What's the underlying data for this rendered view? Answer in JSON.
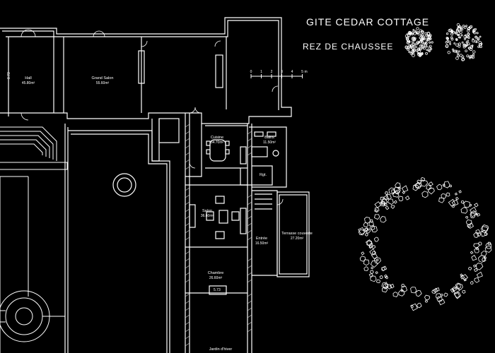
{
  "title": {
    "project": "GITE   CEDAR COTTAGE",
    "level": "REZ DE CHAUSSEE"
  },
  "colors": {
    "background": "#000000",
    "linework": "#ffffff",
    "hatch": "#cfcfcf"
  },
  "scale_bar": {
    "ticks": [
      "0",
      "1",
      "2",
      "3",
      "4",
      "5"
    ],
    "unit": "m"
  },
  "rooms": [
    {
      "id": "hall",
      "name": "Hall",
      "area": "45.80m²"
    },
    {
      "id": "grand-salon",
      "name": "Grand Salon",
      "area": "55.60m²"
    },
    {
      "id": "cuisine",
      "name": "Cuisine",
      "area": "34.70m²"
    },
    {
      "id": "bains",
      "name": "Bains",
      "area": "11.50m²"
    },
    {
      "id": "rgt",
      "name": "Rgt.",
      "area": ""
    },
    {
      "id": "salon",
      "name": "Salon",
      "area": "36.60m²"
    },
    {
      "id": "entree",
      "name": "Entrée",
      "area": "16.50m²"
    },
    {
      "id": "terrasse",
      "name": "Terrasse couverte",
      "area": "27.20m²"
    },
    {
      "id": "chambre",
      "name": "Chambre",
      "area": "26.60m²"
    },
    {
      "id": "jardin",
      "name": "Jardin d'hiver",
      "area": ""
    }
  ],
  "dimension_labels": {
    "hall_height": "8.73",
    "chambre_bed": "5.73"
  },
  "icons": [
    "tree-icon",
    "stone-circle-icon",
    "door-swing-icon"
  ]
}
